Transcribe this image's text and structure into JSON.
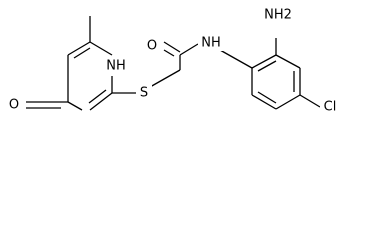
{
  "atoms": {
    "methyl": "",
    "nh_ring": "NH",
    "o_ring": "O",
    "s": "S",
    "o_amide": "O",
    "nh_amide": "NH",
    "nh2": "NH2",
    "cl": "Cl"
  }
}
